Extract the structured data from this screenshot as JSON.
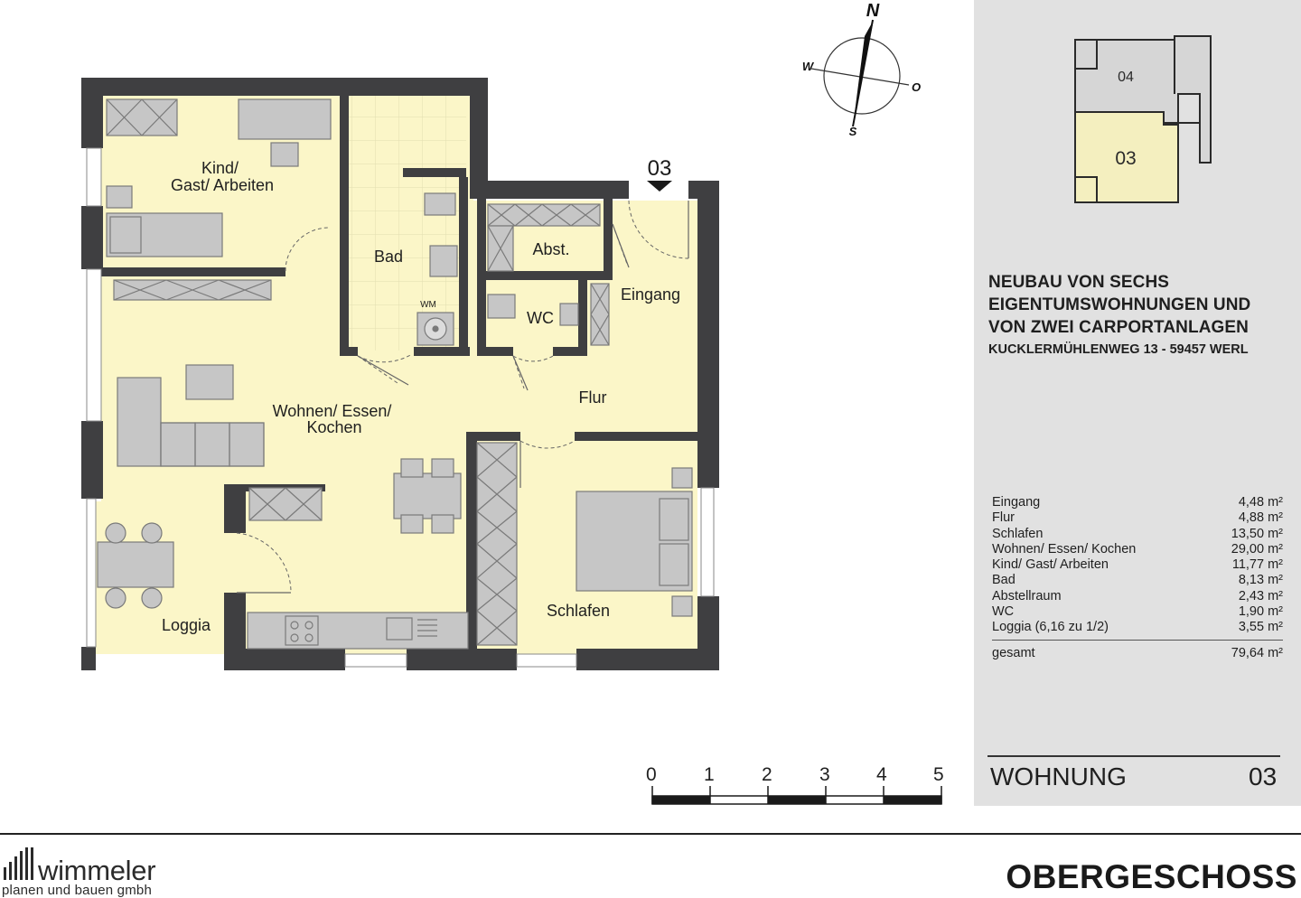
{
  "plan": {
    "rooms": [
      {
        "id": "kind",
        "lines": [
          "Kind/",
          "Gast/ Arbeiten"
        ]
      },
      {
        "id": "bad",
        "lines": [
          "Bad"
        ]
      },
      {
        "id": "abst",
        "lines": [
          "Abst."
        ]
      },
      {
        "id": "wc",
        "lines": [
          "WC"
        ]
      },
      {
        "id": "eingang",
        "lines": [
          "Eingang"
        ]
      },
      {
        "id": "flur",
        "lines": [
          "Flur"
        ]
      },
      {
        "id": "wohnen",
        "lines": [
          "Wohnen/ Essen/",
          "Kochen"
        ]
      },
      {
        "id": "schlafen",
        "lines": [
          "Schlafen"
        ]
      },
      {
        "id": "loggia",
        "lines": [
          "Loggia"
        ]
      }
    ],
    "entrance_number": "03",
    "wm_label": "WM"
  },
  "compass": {
    "north": "N",
    "south": "S",
    "west": "W",
    "east": "O"
  },
  "keyplan": {
    "unit_upper": "04",
    "unit_lower": "03"
  },
  "project": {
    "lines": [
      "NEUBAU VON SECHS",
      "EIGENTUMSWOHNUNGEN UND",
      "VON ZWEI CARPORTANLAGEN"
    ],
    "address": "KUCKLERMÜHLENWEG 13 - 59457 WERL"
  },
  "areas": [
    {
      "name": "Eingang",
      "value": "4,48 m²"
    },
    {
      "name": "Flur",
      "value": "4,88 m²"
    },
    {
      "name": "Schlafen",
      "value": "13,50 m²"
    },
    {
      "name": "Wohnen/ Essen/ Kochen",
      "value": "29,00 m²"
    },
    {
      "name": "Kind/ Gast/ Arbeiten",
      "value": "11,77 m²"
    },
    {
      "name": "Bad",
      "value": "8,13 m²"
    },
    {
      "name": "Abstellraum",
      "value": "2,43 m²"
    },
    {
      "name": "WC",
      "value": "1,90 m²"
    },
    {
      "name": "Loggia (6,16 zu 1/2)",
      "value": "3,55 m²"
    }
  ],
  "total": {
    "name": "gesamt",
    "value": "79,64 m²"
  },
  "unit": {
    "label": "WOHNUNG",
    "number": "03"
  },
  "scale_bar": {
    "ticks": [
      "0",
      "1",
      "2",
      "3",
      "4",
      "5"
    ]
  },
  "company": {
    "name": "wimmeler",
    "tagline": "planen und bauen gmbh"
  },
  "floor": "OBERGESCHOSS",
  "colors": {
    "wall": "#3f3f41",
    "floor": "#fbf6c8",
    "furniture": "#c6c6c6",
    "panel": "#e1e1e1"
  }
}
